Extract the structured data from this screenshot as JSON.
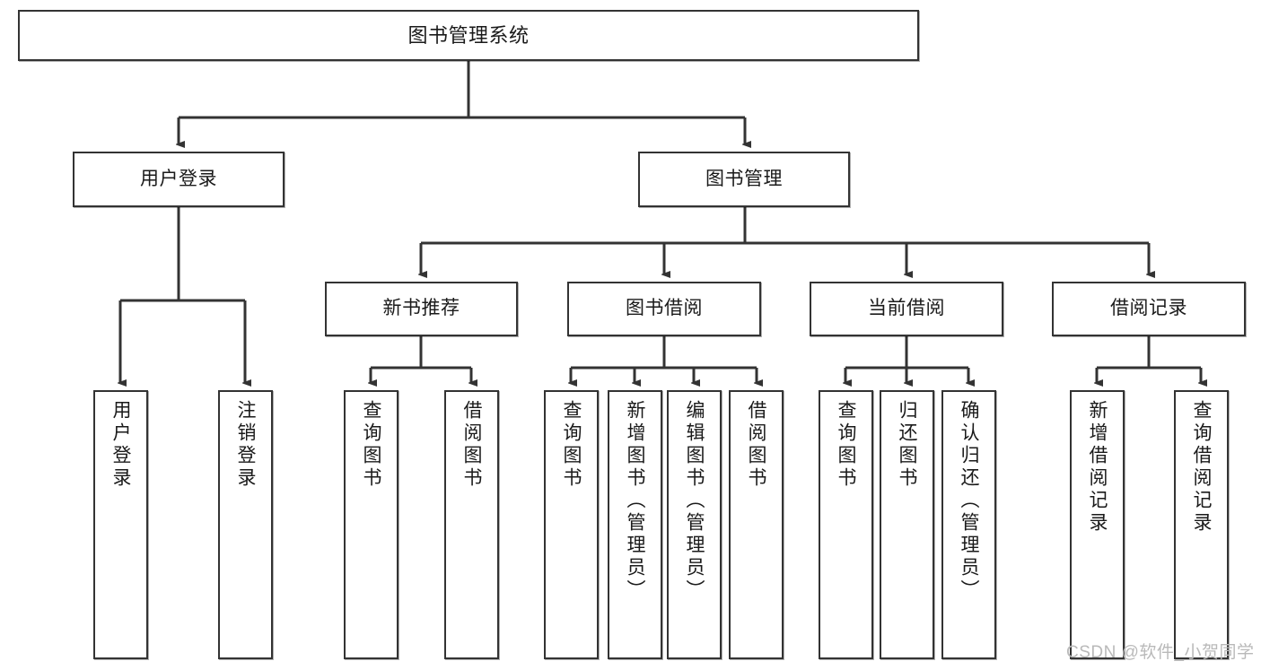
{
  "diagram": {
    "title": "图书管理系统",
    "type": "tree-hierarchy",
    "colors": {
      "box_border": "#333333",
      "box_fill": "#ffffff",
      "connector": "#333333",
      "background": "#ffffff",
      "watermark": "#b9b9b9"
    }
  },
  "nodes": {
    "root": {
      "label": "图书管理系统",
      "level": 1
    },
    "level2": [
      {
        "id": "user-login",
        "label": "用户登录"
      },
      {
        "id": "book-management",
        "label": "图书管理"
      }
    ],
    "level3": [
      {
        "id": "new-book-recommend",
        "label": "新书推荐"
      },
      {
        "id": "book-borrow",
        "label": "图书借阅"
      },
      {
        "id": "current-borrow",
        "label": "当前借阅"
      },
      {
        "id": "borrow-record",
        "label": "借阅记录"
      }
    ],
    "leaves": {
      "user-login": [
        {
          "id": "leaf-user-login",
          "label": "用户登录"
        },
        {
          "id": "leaf-logout",
          "label": "注销登录"
        }
      ],
      "new-book-recommend": [
        {
          "id": "leaf-query-book-1",
          "label": "查询图书"
        },
        {
          "id": "leaf-borrow-book-1",
          "label": "借阅图书"
        }
      ],
      "book-borrow": [
        {
          "id": "leaf-query-book-2",
          "label": "查询图书"
        },
        {
          "id": "leaf-add-book",
          "label": "新增图书（管理员）"
        },
        {
          "id": "leaf-edit-book",
          "label": "编辑图书（管理员）"
        },
        {
          "id": "leaf-borrow-book-2",
          "label": "借阅图书"
        }
      ],
      "current-borrow": [
        {
          "id": "leaf-query-book-3",
          "label": "查询图书"
        },
        {
          "id": "leaf-return-book",
          "label": "归还图书"
        },
        {
          "id": "leaf-confirm-return",
          "label": "确认归还（管理员）"
        }
      ],
      "borrow-record": [
        {
          "id": "leaf-add-record",
          "label": "新增借阅记录"
        },
        {
          "id": "leaf-query-record",
          "label": "查询借阅记录"
        }
      ]
    }
  },
  "watermark": {
    "text": "CSDN @软件_小贺同学"
  }
}
